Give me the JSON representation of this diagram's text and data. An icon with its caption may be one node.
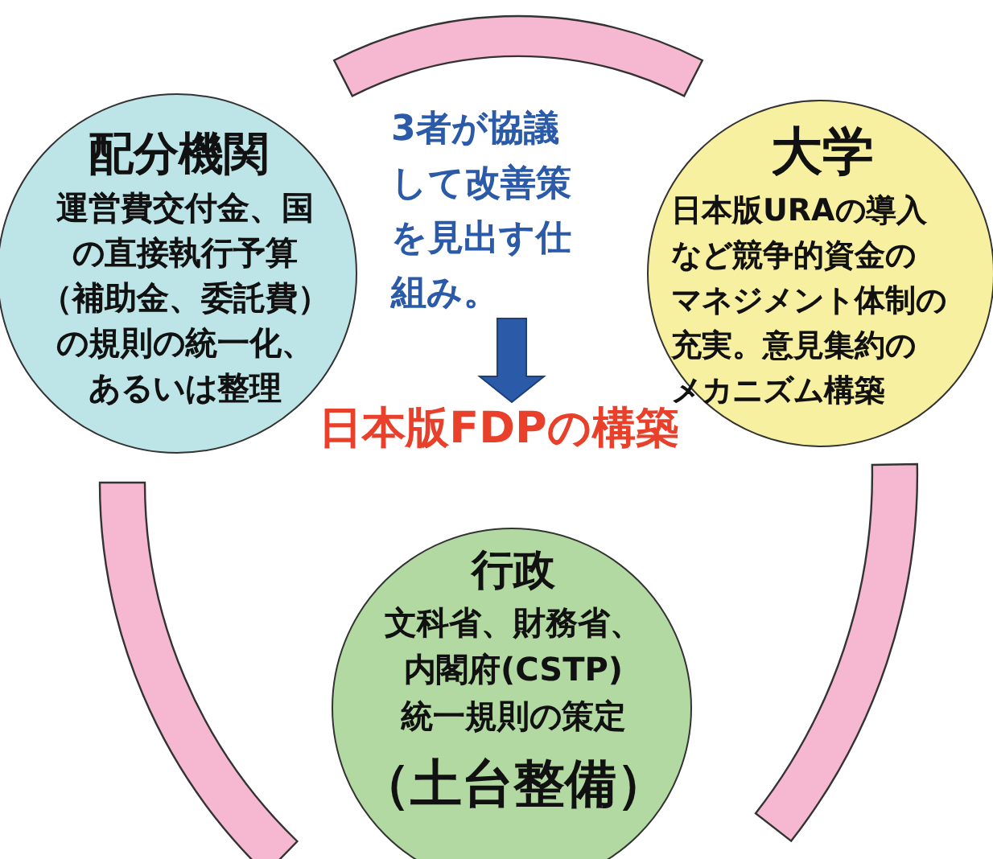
{
  "diagram": {
    "nodes": [
      {
        "text": [
          "配分機関",
          "運営費交付金、国の直接執行予算（補助金、委託費）の規則の統一化、あるいは整理"
        ]
      },
      {
        "text": [
          "大学",
          "日本版URAの導入など競争的資金のマネジメント体制の充実。意見集約のメカニズム構築"
        ]
      },
      {
        "text": [
          "行政",
          "文科省、財務省、内閣府(CSTP)統一規則の策定",
          "（土台整備）"
        ]
      },
      {
        "text": [
          "3者が協議して改善策を見出す仕組み。"
        ]
      },
      {
        "text": [
          "日本版FDPの構築"
        ]
      },
      {
        "text": [],
        "shape": "band"
      },
      {
        "text": [],
        "shape": "band"
      },
      {
        "text": [],
        "shape": "band"
      }
    ],
    "edges": [
      {
        "from": 3,
        "to": 4,
        "arrow": "to",
        "style": "thick",
        "color": "#2b5aa8"
      }
    ]
  }
}
